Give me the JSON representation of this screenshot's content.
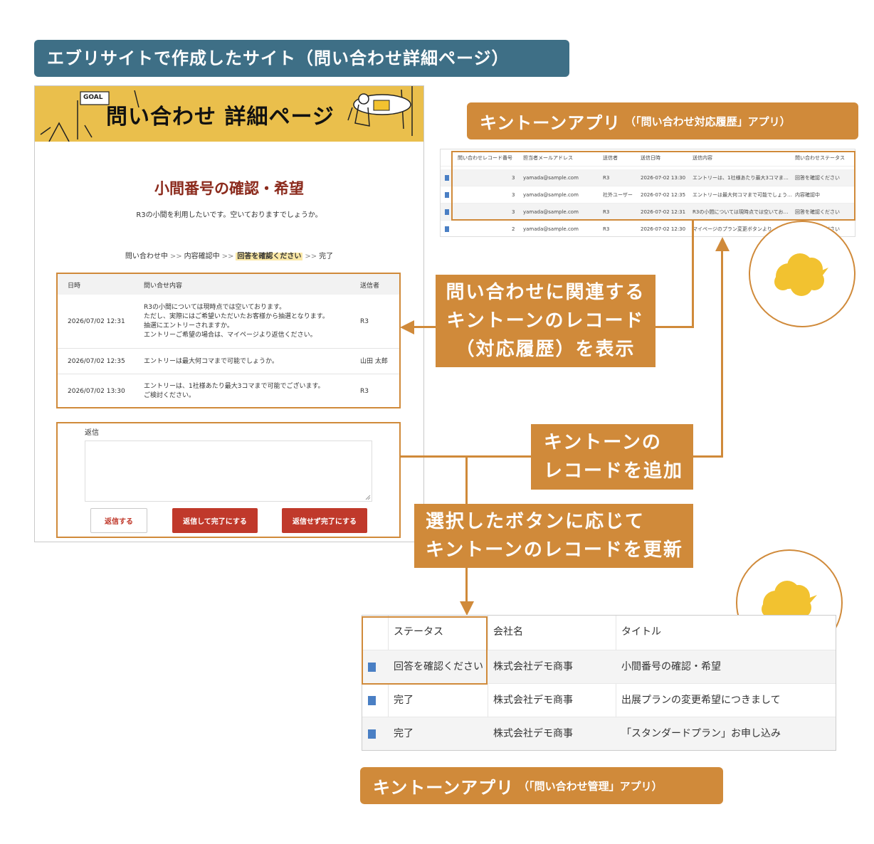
{
  "site_label": "エブリサイトで作成したサイト（問い合わせ詳細ページ）",
  "site": {
    "header_title": "問い合わせ 詳細ページ",
    "goal_sign": "GOAL",
    "title": "小間番号の確認・希望",
    "subtitle": "R3の小間を利用したいです。空いておりますでしょうか。",
    "steps": [
      "問い合わせ中",
      "内容確認中",
      "回答を確認ください",
      "完了"
    ],
    "step_separator": ">>",
    "history_headers": [
      "日時",
      "問い合せ内容",
      "送信者"
    ],
    "history_rows": [
      {
        "datetime": "2026/07/02 12:31",
        "content_lines": [
          "R3の小間については現時点では空いております。",
          "ただし、実際にはご希望いただいたお客様から抽選となります。",
          "抽選にエントリーされますか。",
          "エントリーご希望の場合は、マイページより返信ください。"
        ],
        "sender": "R3"
      },
      {
        "datetime": "2026/07/02 12:35",
        "content_lines": [
          "エントリーは最大何コマまで可能でしょうか。"
        ],
        "sender": "山田 太郎"
      },
      {
        "datetime": "2026/07/02 13:30",
        "content_lines": [
          "エントリーは、1社様あたり最大3コマまで可能でございます。",
          "ご検討ください。"
        ],
        "sender": "R3"
      }
    ],
    "reply_label": "返信",
    "buttons": {
      "reply": "返信する",
      "reply_complete": "返信して完了にする",
      "complete_no_reply": "返信せず完了にする"
    }
  },
  "kintone_top_label": {
    "main": "キントーンアプリ",
    "sub": "（「問い合わせ対応履歴」アプリ）"
  },
  "kintone_top_table": {
    "headers": [
      "問い合わせレコード番号",
      "担当者メールアドレス",
      "送信者",
      "送信日時",
      "送信内容",
      "問い合わせステータス"
    ],
    "rows": [
      [
        "3",
        "yamada@sample.com",
        "R3",
        "2026-07-02 13:30",
        "エントリーは、1社様あたり最大3コマま…",
        "回答を確認ください"
      ],
      [
        "3",
        "yamada@sample.com",
        "社外ユーザー",
        "2026-07-02 12:35",
        "エントリーは最大何コマまで可能でしょう…",
        "内容確認中"
      ],
      [
        "3",
        "yamada@sample.com",
        "R3",
        "2026-07-02 12:31",
        "R3の小間については現時点では空いてお…",
        "回答を確認ください"
      ],
      [
        "2",
        "yamada@sample.com",
        "R3",
        "2026-07-02 12:30",
        "マイページのプラン変更ボタンより",
        "回答を確認ください"
      ]
    ]
  },
  "callouts": {
    "related": [
      "問い合わせに関連する",
      "キントーンのレコード",
      "（対応履歴）を表示"
    ],
    "add": [
      "キントーンの",
      "レコードを追加"
    ],
    "update": [
      "選択したボタンに応じて",
      "キントーンのレコードを更新"
    ]
  },
  "kintone_bottom_table": {
    "headers": [
      "ステータス",
      "会社名",
      "タイトル"
    ],
    "rows": [
      [
        "回答を確認ください",
        "株式会社デモ商事",
        "小間番号の確認・希望"
      ],
      [
        "完了",
        "株式会社デモ商事",
        "出展プランの変更希望につきまして"
      ],
      [
        "完了",
        "株式会社デモ商事",
        "「スタンダードプラン」お申し込み"
      ]
    ]
  },
  "kintone_bottom_label": {
    "main": "キントーンアプリ",
    "sub": "（「問い合わせ管理」アプリ）"
  },
  "colors": {
    "accent_orange": "#d08a3a",
    "label_blue": "#3e6f86",
    "header_yellow": "#eabf4c",
    "button_red": "#c0392b",
    "cloud_yellow": "#f2c230"
  }
}
